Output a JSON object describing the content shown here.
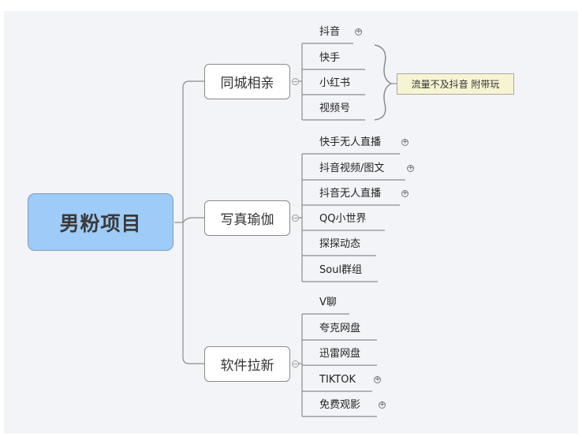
{
  "root": {
    "label": "男粉项目"
  },
  "branches": [
    {
      "label": "同城相亲",
      "items": [
        {
          "label": "抖音",
          "expandable": true
        },
        {
          "label": "快手",
          "expandable": false
        },
        {
          "label": "小红书",
          "expandable": false
        },
        {
          "label": "视频号",
          "expandable": false
        }
      ],
      "note": "流量不及抖音 附带玩"
    },
    {
      "label": "写真瑜伽",
      "items": [
        {
          "label": "快手无人直播",
          "expandable": true
        },
        {
          "label": "抖音视频/图文",
          "expandable": true
        },
        {
          "label": "抖音无人直播",
          "expandable": true
        },
        {
          "label": "QQ小世界",
          "expandable": false
        },
        {
          "label": "探探动态",
          "expandable": false
        },
        {
          "label": "Soul群组",
          "expandable": false
        }
      ]
    },
    {
      "label": "软件拉新",
      "items": [
        {
          "label": "V聊",
          "expandable": false
        },
        {
          "label": "夸克网盘",
          "expandable": false
        },
        {
          "label": "迅雷网盘",
          "expandable": false
        },
        {
          "label": "TIKTOK",
          "expandable": true
        },
        {
          "label": "免费观影",
          "expandable": true
        }
      ]
    }
  ],
  "colors": {
    "root_fill": "#9ecbf7",
    "canvas": "#f3f4f8",
    "note_fill": "#f7f4d4"
  }
}
